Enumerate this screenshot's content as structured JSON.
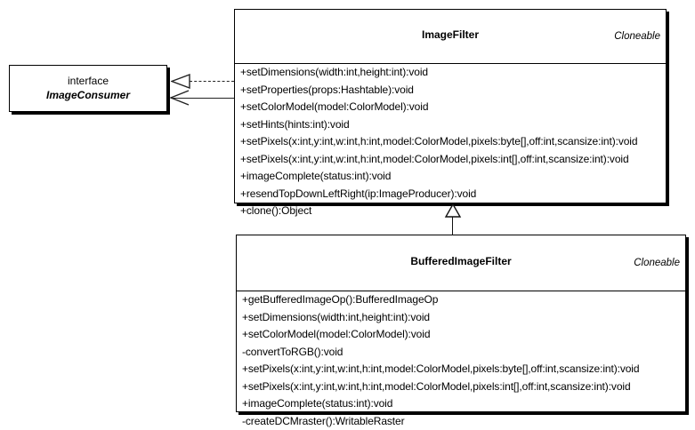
{
  "diagram": {
    "title": "UML class diagram: ImageFilter / BufferedImageFilter",
    "background_color": "#ffffff",
    "line_color": "#000000"
  },
  "interface": {
    "kind_label": "interface",
    "name": "ImageConsumer"
  },
  "classes": [
    {
      "id": "image-filter",
      "name": "ImageFilter",
      "stereotype": "Cloneable",
      "members": [
        "+setDimensions(width:int,height:int):void",
        "+setProperties(props:Hashtable):void",
        "+setColorModel(model:ColorModel):void",
        "+setHints(hints:int):void",
        "+setPixels(x:int,y:int,w:int,h:int,model:ColorModel,pixels:byte[],off:int,scansize:int):void",
        "+setPixels(x:int,y:int,w:int,h:int,model:ColorModel,pixels:int[],off:int,scansize:int):void",
        "+imageComplete(status:int):void",
        "+resendTopDownLeftRight(ip:ImageProducer):void",
        "+clone():Object"
      ]
    },
    {
      "id": "buffered-image-filter",
      "name": "BufferedImageFilter",
      "stereotype": "Cloneable",
      "members": [
        "+getBufferedImageOp():BufferedImageOp",
        "+setDimensions(width:int,height:int):void",
        "+setColorModel(model:ColorModel):void",
        "-convertToRGB():void",
        "+setPixels(x:int,y:int,w:int,h:int,model:ColorModel,pixels:byte[],off:int,scansize:int):void",
        "+setPixels(x:int,y:int,w:int,h:int,model:ColorModel,pixels:int[],off:int,scansize:int):void",
        "+imageComplete(status:int):void",
        "-createDCMraster():WritableRaster"
      ]
    }
  ],
  "relationships": [
    {
      "id": "realization",
      "type": "realization",
      "from": "ImageFilter",
      "to": "ImageConsumer",
      "style": "dashed-hollow-triangle"
    },
    {
      "id": "association",
      "type": "association",
      "from": "ImageFilter",
      "to": "ImageConsumer",
      "style": "solid-open-arrow"
    },
    {
      "id": "generalization",
      "type": "generalization",
      "from": "BufferedImageFilter",
      "to": "ImageFilter",
      "style": "solid-hollow-triangle"
    }
  ]
}
